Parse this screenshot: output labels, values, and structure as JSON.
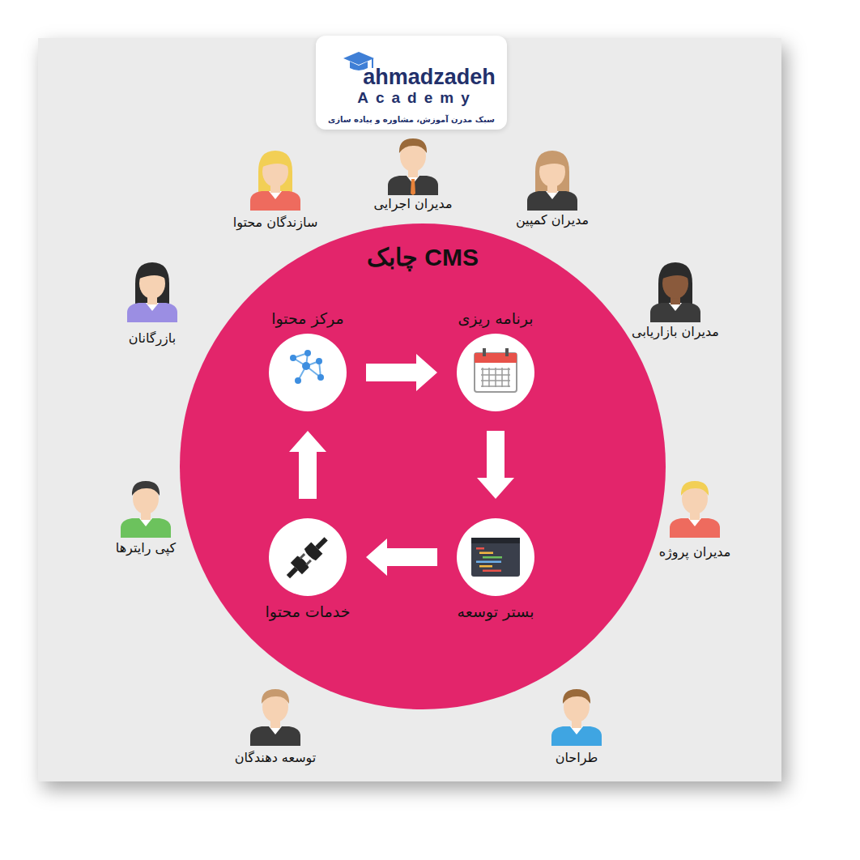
{
  "diagram": {
    "nodes": [
      {
        "text": [
          "CMS چابک"
        ]
      },
      {
        "text": [
          "مرکز محتوا"
        ],
        "in": 0
      },
      {
        "text": [
          "برنامه ریزی"
        ],
        "in": 0
      },
      {
        "text": [
          "بستر توسعه"
        ],
        "in": 0
      },
      {
        "text": [
          "خدمات محتوا"
        ],
        "in": 0
      }
    ],
    "edges": [
      {
        "from": 1,
        "to": 2,
        "arrow": "to"
      },
      {
        "from": 2,
        "to": 3,
        "arrow": "to"
      },
      {
        "from": 3,
        "to": 4,
        "arrow": "to"
      },
      {
        "from": 4,
        "to": 1,
        "arrow": "to"
      }
    ],
    "labels": [
      "ahmadzadeh",
      "Academy",
      "سبک مدرن آموزش، مشاوره و پیاده سازی",
      "مدیران اجرایی",
      "سازندگان محتوا",
      "مدیران کمپین",
      "بازرگانان",
      "مدیران بازاریابی",
      "کپی رایترها",
      "مدیران پروژه",
      "توسعه دهندگان",
      "طراحان"
    ]
  }
}
